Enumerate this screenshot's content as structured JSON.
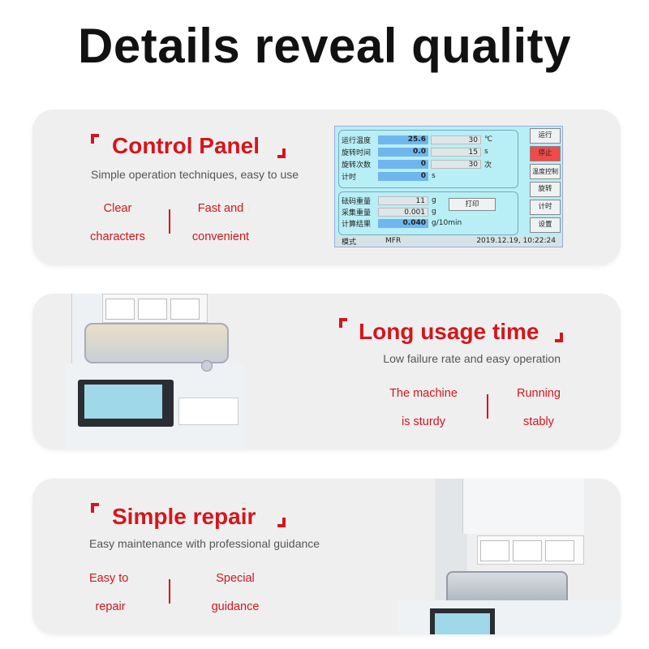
{
  "title": "Details reveal quality",
  "colors": {
    "accent": "#d4161c",
    "card": "#efefef",
    "screen": "#b8eef5",
    "stop_button": "#f24a4a"
  },
  "sections": [
    {
      "heading": "Control Panel",
      "subtitle": "Simple operation techniques, easy to use",
      "features": [
        [
          "Clear",
          "characters"
        ],
        [
          "Fast and",
          "convenient"
        ]
      ]
    },
    {
      "heading": "Long usage time",
      "subtitle": "Low failure rate and easy operation",
      "features": [
        [
          "The machine",
          "is sturdy"
        ],
        [
          "Running",
          "stably"
        ]
      ]
    },
    {
      "heading": "Simple repair",
      "subtitle": "Easy maintenance with professional guidance",
      "features": [
        [
          "Easy to",
          "repair"
        ],
        [
          "Special",
          "guidance"
        ]
      ]
    }
  ],
  "screen": {
    "rows": [
      {
        "label": "运行温度",
        "value": "25.6",
        "set": "30",
        "unit": "℃"
      },
      {
        "label": "旋转时间",
        "value": "0.0",
        "set": "15",
        "unit": "s"
      },
      {
        "label": "旋转次数",
        "value": "0",
        "set": "30",
        "unit": "次"
      },
      {
        "label": "计时",
        "value": "0",
        "unit": "s"
      }
    ],
    "weights": [
      {
        "label": "砝码重量",
        "value": "11",
        "unit": "g"
      },
      {
        "label": "采集重量",
        "value": "0.001",
        "unit": "g"
      },
      {
        "label": "计算结果",
        "value": "0.040",
        "unit": "g/10min"
      }
    ],
    "print_button": "打印",
    "side_buttons": [
      "运行",
      "停止",
      "温度控制",
      "旋转",
      "计时",
      "设置"
    ],
    "status": {
      "mode_label": "模式",
      "mode": "MFR",
      "datetime": "2019.12.19, 10:22:24"
    }
  }
}
